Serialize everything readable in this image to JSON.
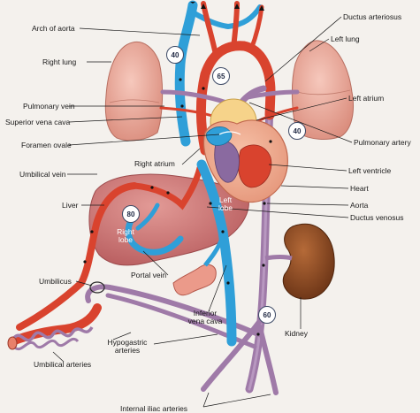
{
  "labels": {
    "arch_of_aorta": "Arch of aorta",
    "ductus_arteriosus": "Ductus arteriosus",
    "left_lung": "Left lung",
    "right_lung": "Right lung",
    "left_atrium": "Left atrium",
    "pulmonary_vein": "Pulmonary vein",
    "superior_vena_cava": "Superior vena cava",
    "foramen_ovale": "Foramen ovale",
    "pulmonary_artery": "Pulmonary artery",
    "right_atrium": "Right atrium",
    "umbilical_vein": "Umbilical vein",
    "left_ventricle": "Left ventricle",
    "liver": "Liver",
    "heart": "Heart",
    "aorta": "Aorta",
    "ductus_venosus": "Ductus venosus",
    "right_lobe": "Right\nlobe",
    "left_lobe": "Left\nlobe",
    "portal_vein": "Portal vein",
    "umbilicus": "Umbilicus",
    "inferior_vena_cava": "Inferior\nvena cava",
    "kidney": "Kidney",
    "hypogastric_arteries": "Hypogastric\narteries",
    "umbilical_arteries": "Umbilical arteries",
    "internal_iliac_arteries": "Internal iliac arteries"
  },
  "oxygen_saturation_badges": {
    "aortic_arch": "40",
    "ductus": "65",
    "pulmonary_artery": "40",
    "liver": "80",
    "inferior_vena_cava": "60"
  },
  "colors": {
    "oxygenated": "#d9432e",
    "deoxygenated": "#2f9fd8",
    "mixed": "#9f7aa8",
    "lung": "#e8a698",
    "liver": "#c96a6a",
    "kidney": "#8a4a24",
    "leader": "#1a1a1a"
  }
}
